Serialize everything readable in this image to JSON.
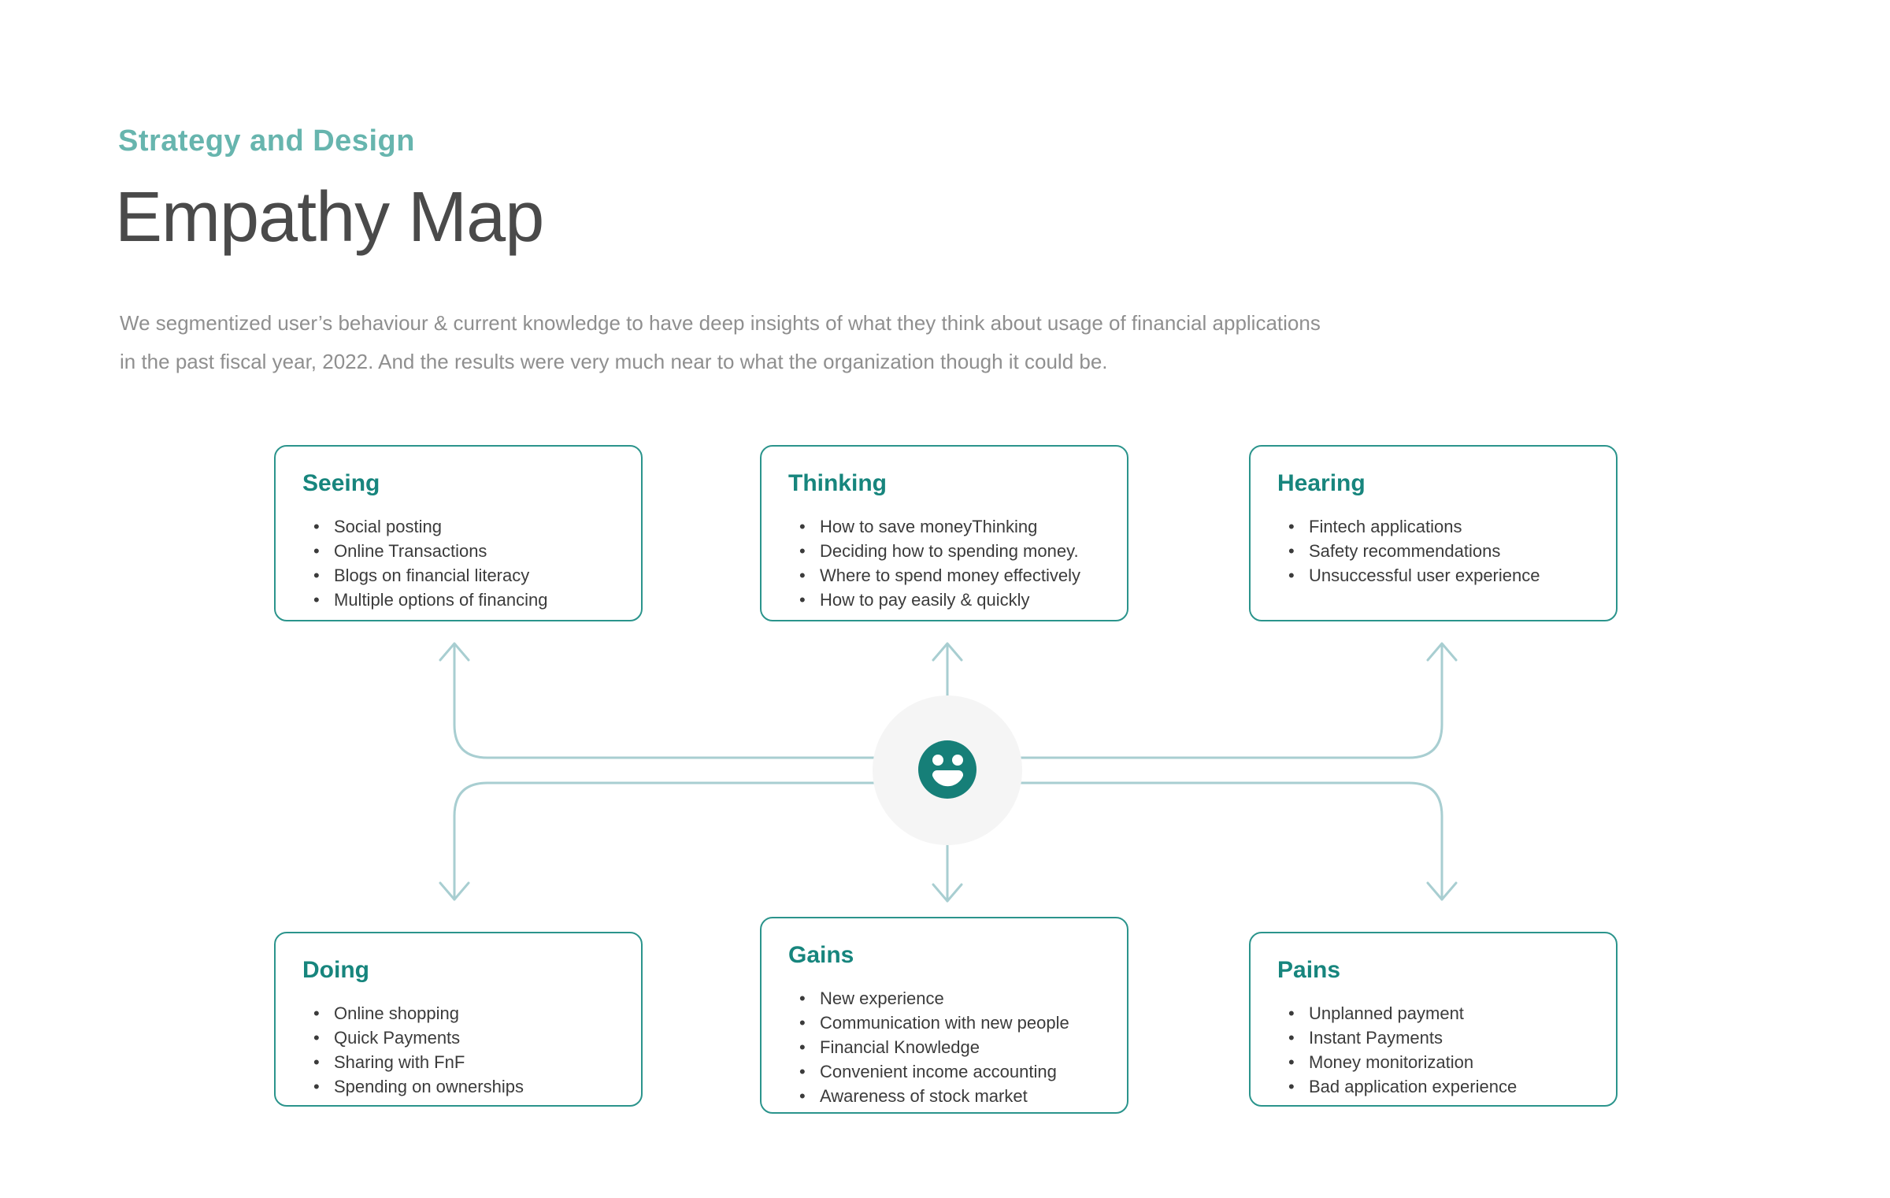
{
  "colors": {
    "eyebrow_teal": "#67b5ae",
    "heading_teal": "#17857d",
    "panel_border": "#2b948c",
    "title_gray": "#4a4a4a",
    "body_gray": "#8f8f8f",
    "item_gray": "#3b3b3b",
    "connector_teal": "#a8ced1",
    "smiley_teal": "#167f78",
    "circle_bg": "#f5f5f5",
    "page_bg": "#ffffff"
  },
  "header": {
    "eyebrow": "Strategy and Design",
    "title": "Empathy Map",
    "description_lines": [
      "We segmentized user’s behaviour & current knowledge to have deep insights of what they think about usage of financial applications",
      "in the past fiscal year, 2022. And the results were very much near to what the organization though it could be."
    ]
  },
  "panels": {
    "seeing": {
      "title": "Seeing",
      "items": [
        "Social posting",
        "Online Transactions",
        "Blogs on financial literacy",
        "Multiple options of financing"
      ]
    },
    "thinking": {
      "title": "Thinking",
      "items": [
        "How to save moneyThinking",
        "Deciding how to spending money.",
        "Where to spend money effectively",
        "How to pay easily & quickly"
      ]
    },
    "hearing": {
      "title": "Hearing",
      "items": [
        "Fintech applications",
        "Safety recommendations",
        "Unsuccessful user experience"
      ]
    },
    "doing": {
      "title": "Doing",
      "items": [
        "Online shopping",
        "Quick Payments",
        "Sharing with FnF",
        "Spending on ownerships"
      ]
    },
    "gains": {
      "title": "Gains",
      "items": [
        "New experience",
        "Communication with new people",
        "Financial Knowledge",
        "Convenient income accounting",
        "Awareness of stock market"
      ]
    },
    "pains": {
      "title": "Pains",
      "items": [
        "Unplanned payment",
        "Instant Payments",
        "Money monitorization",
        "Bad application experience"
      ]
    }
  },
  "center": {
    "icon": "smiley-face-icon"
  }
}
